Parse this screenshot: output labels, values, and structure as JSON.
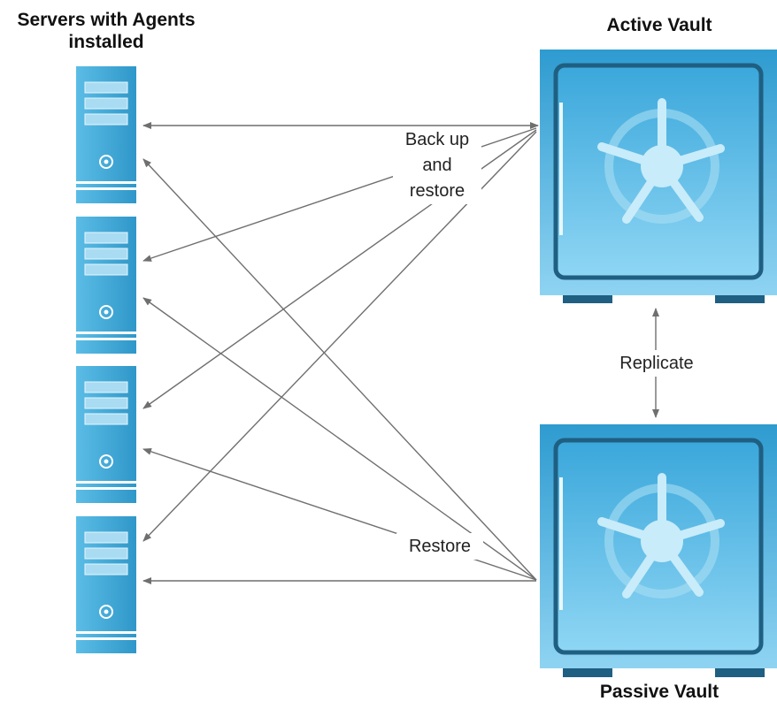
{
  "headings": {
    "servers_line1": "Servers with Agents",
    "servers_line2": "installed",
    "active_vault": "Active Vault",
    "passive_vault": "Passive Vault"
  },
  "labels": {
    "backup_line1": "Back up",
    "backup_line2": "and",
    "backup_line3": "restore",
    "restore": "Restore",
    "replicate": "Replicate"
  },
  "colors": {
    "arrow": "#6f6f6f",
    "server_body": "#3fa9d6",
    "vault_body": "#3aa3d4",
    "vault_door": "#2e6f8f"
  }
}
